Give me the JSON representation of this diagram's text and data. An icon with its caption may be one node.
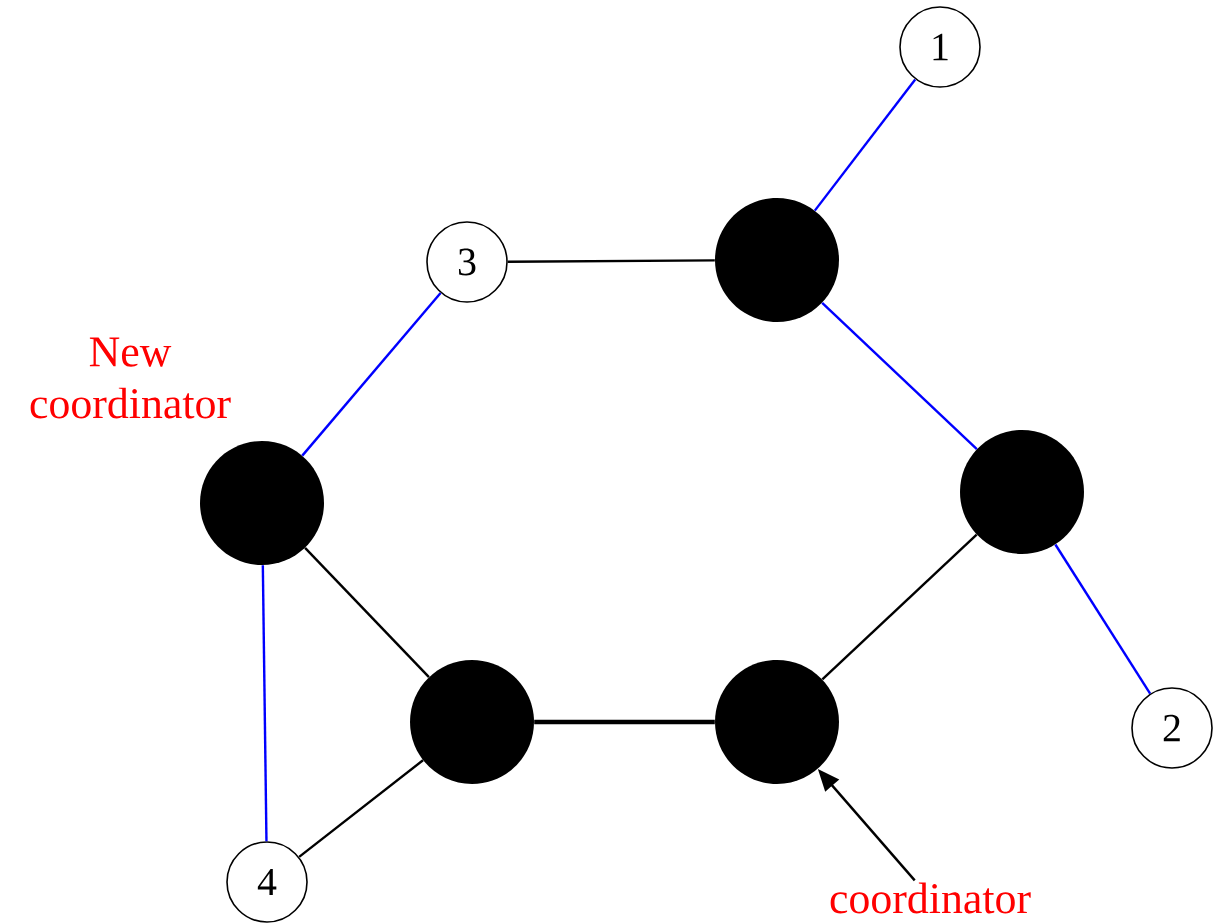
{
  "diagram": {
    "nodes": [
      {
        "text": [
          "1"
        ]
      },
      {
        "text": [
          "3"
        ]
      },
      {
        "text": [],
        "shape": "circle"
      },
      {
        "text": [],
        "shape": "circle"
      },
      {
        "text": [],
        "shape": "circle"
      },
      {
        "text": [],
        "shape": "circle"
      },
      {
        "text": [],
        "shape": "circle"
      },
      {
        "text": [
          "2"
        ]
      },
      {
        "text": [
          "4"
        ]
      },
      {
        "text": [
          "coordinator"
        ]
      }
    ],
    "edges": [
      {
        "from": 0,
        "to": 2,
        "arrow": "none",
        "color": "#0000ff"
      },
      {
        "from": 1,
        "to": 2,
        "arrow": "none"
      },
      {
        "from": 2,
        "to": 3,
        "arrow": "none",
        "color": "#0000ff"
      },
      {
        "from": 3,
        "to": 7,
        "arrow": "none",
        "color": "#0000ff"
      },
      {
        "from": 3,
        "to": 6,
        "arrow": "none"
      },
      {
        "from": 6,
        "to": 5,
        "arrow": "none",
        "style": "thick"
      },
      {
        "from": 5,
        "to": 4,
        "arrow": "none"
      },
      {
        "from": 4,
        "to": 1,
        "arrow": "none",
        "color": "#0000ff"
      },
      {
        "from": 4,
        "to": 8,
        "arrow": "none",
        "color": "#0000ff"
      },
      {
        "from": 5,
        "to": 8,
        "arrow": "none"
      },
      {
        "from": 9,
        "to": 6,
        "arrow": "to"
      }
    ],
    "labels": [
      "New coordinator"
    ]
  }
}
